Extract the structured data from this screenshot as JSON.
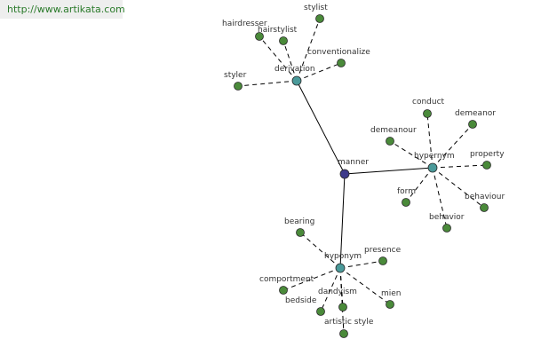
{
  "banner": {
    "url": "http://www.artikata.com"
  },
  "colors": {
    "hub": "#4a9a9a",
    "root": "#3d3a8a",
    "leaf": "#4a8a3a",
    "edge": "#000000"
  },
  "graph": {
    "root": {
      "id": "manner",
      "label": "manner"
    },
    "hubs": [
      {
        "id": "derivation",
        "label": "derivation",
        "leaves": [
          "stylist",
          "hairstylist",
          "hairdresser",
          "conventionalize",
          "styler"
        ]
      },
      {
        "id": "hypernym",
        "label": "hypernym",
        "leaves": [
          "conduct",
          "demeanor",
          "demeanour",
          "property",
          "form",
          "behaviour",
          "behavior"
        ]
      },
      {
        "id": "hyponym",
        "label": "hyponym",
        "leaves": [
          "bearing",
          "presence",
          "comportment",
          "bedside",
          "dandyism",
          "mien",
          "artistic style"
        ]
      }
    ]
  }
}
